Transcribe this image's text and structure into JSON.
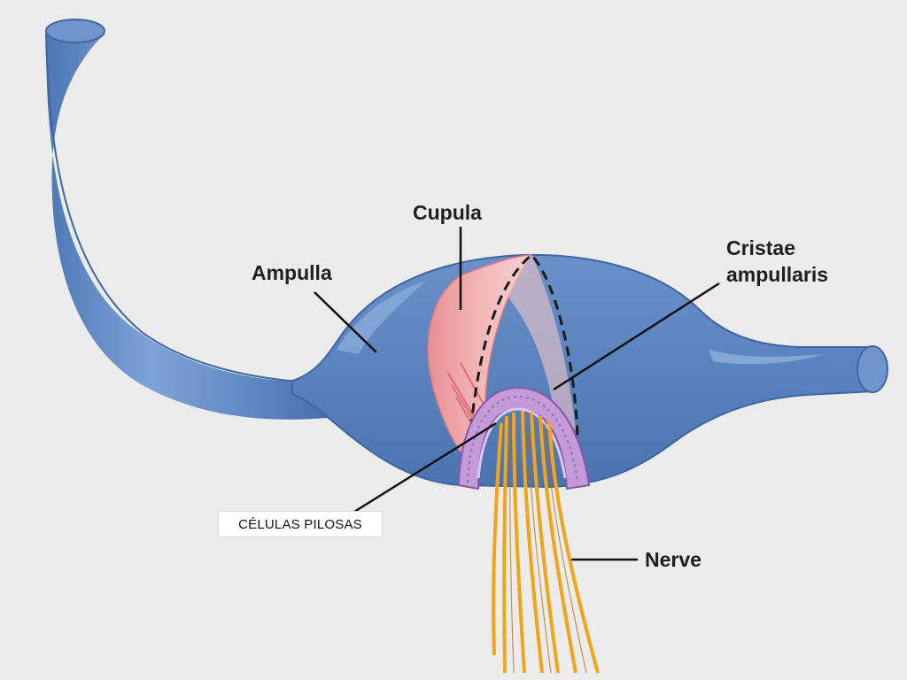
{
  "labels": {
    "cupula": "Cupula",
    "ampulla": "Ampulla",
    "cristae_line1": "Cristae",
    "cristae_line2": "ampullaris",
    "nerve": "Nerve",
    "hair_cells": "CÉLULAS PILOSAS"
  },
  "colors": {
    "canal": "#5e86c1",
    "canal_dark": "#3f6aa8",
    "canal_light": "#8fb0dd",
    "cupula": "#efa9aa",
    "crista": "#b98ad0",
    "nerve": "#f1a51a",
    "background": "#ececec"
  }
}
